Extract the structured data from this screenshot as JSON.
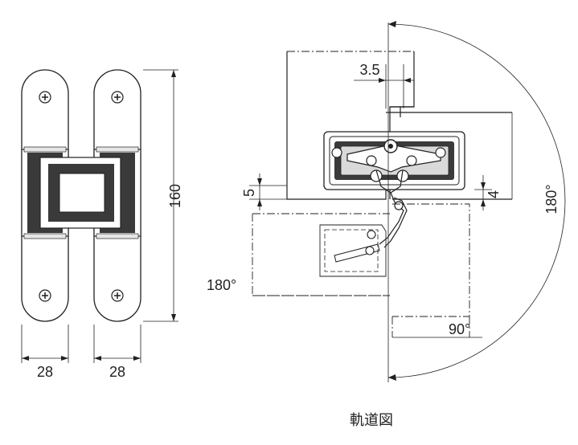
{
  "dimensions": {
    "leaf_width_left": "28",
    "leaf_width_right": "28",
    "height": "160",
    "offset": "3.5",
    "gap_5": "5",
    "gap_4": "4",
    "angle_180_left": "180°",
    "angle_90": "90°",
    "angle_180_arc": "180°"
  },
  "caption": "軌道図"
}
